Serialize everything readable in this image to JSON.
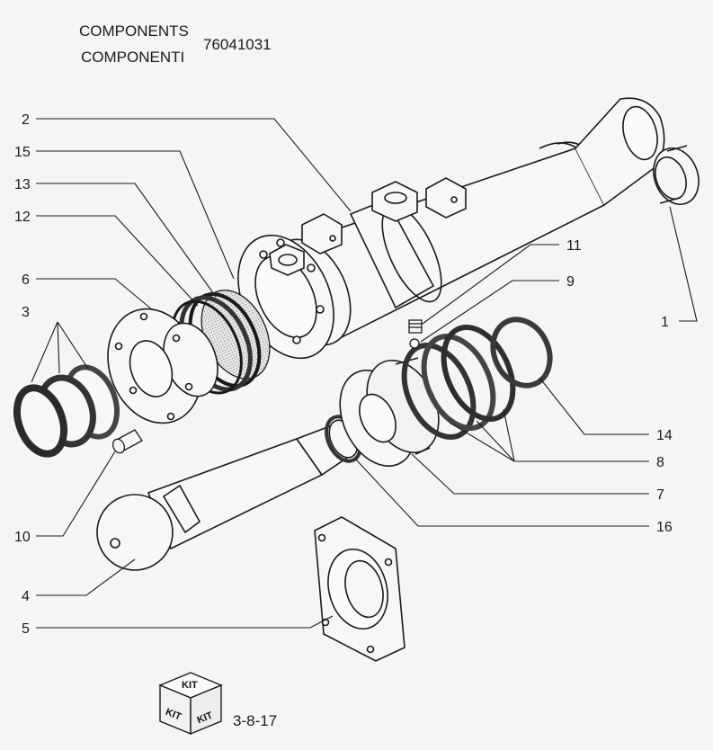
{
  "header": {
    "line1": "COMPONENTS",
    "line2": "COMPONENTI",
    "part_number": "76041031"
  },
  "kit": {
    "label_top": "KIT",
    "label_left": "KIT",
    "label_right": "KIT"
  },
  "page_ref": "3-8-17",
  "callouts": {
    "c1": "1",
    "c2": "2",
    "c3": "3",
    "c4": "4",
    "c5": "5",
    "c6": "6",
    "c7": "7",
    "c8": "8",
    "c9": "9",
    "c10": "10",
    "c11": "11",
    "c12": "12",
    "c13": "13",
    "c14": "14",
    "c15": "15",
    "c16": "16"
  },
  "colors": {
    "line": "#1a1a1a",
    "background": "#f5f5f3",
    "seal_texture": "#3a3a3a"
  }
}
